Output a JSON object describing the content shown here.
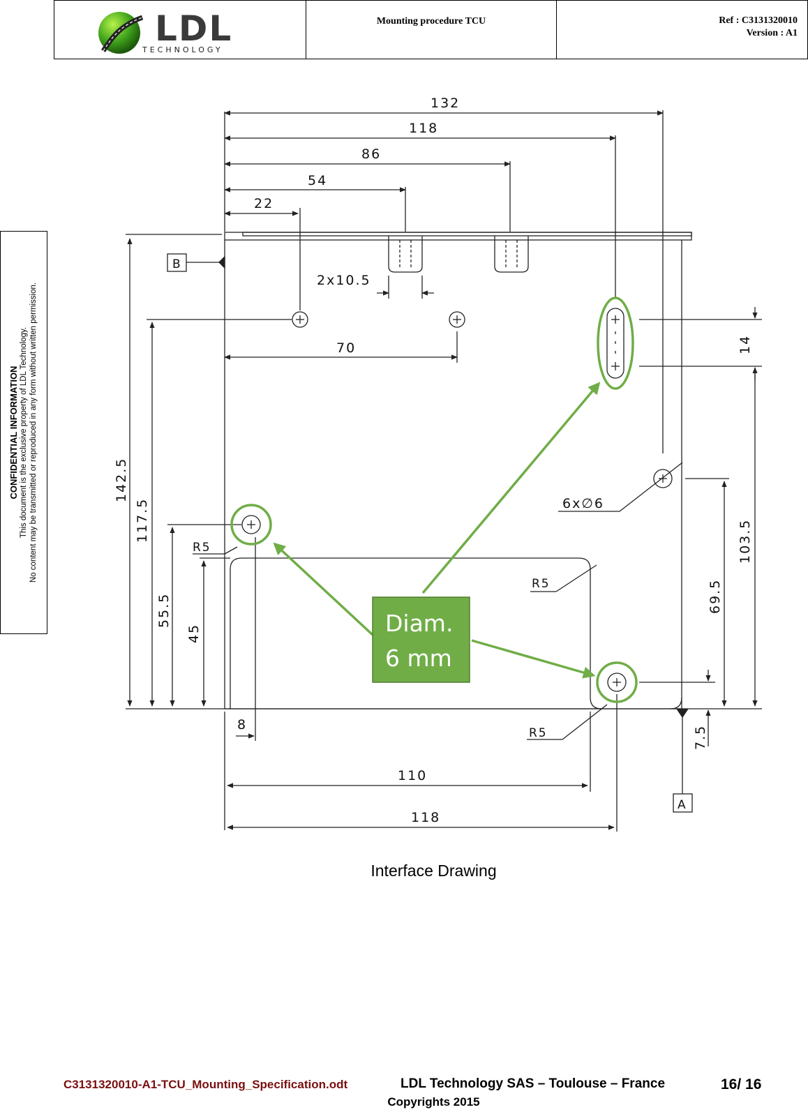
{
  "header": {
    "logo_text": "LDL",
    "logo_subtext": "TECHNOLOGY",
    "title": "Mounting procedure TCU",
    "ref": "Ref : C3131320010",
    "version": "Version : A1"
  },
  "confidential": {
    "title": "CONFIDENTIAL INFORMATION",
    "line1": "This document is the exclusive property of LDL Technology.",
    "line2": "No content may be transmitted or reproduced in any form without written permission."
  },
  "drawing": {
    "dims_top": [
      "132",
      "118",
      "86",
      "54",
      "22"
    ],
    "slot_width": "2x10.5",
    "spacing_70": "70",
    "datum_b": "B",
    "datum_a": "A",
    "dim_14": "14",
    "dim_142_5": "142.5",
    "dim_117_5": "117.5",
    "dim_55_5": "55.5",
    "dim_45": "45",
    "dim_103_5": "103.5",
    "dim_69_5": "69.5",
    "dim_7_5": "7.5",
    "dim_8": "8",
    "dim_110": "110",
    "dim_118_bottom": "118",
    "holes_label": "6x∅6",
    "radius_label": "R5",
    "callout_line1": "Diam.",
    "callout_line2": "6 mm",
    "callout_color": "#70ad47"
  },
  "caption": "Interface Drawing",
  "footer": {
    "filename": "C3131320010-A1-TCU_Mounting_Specification.odt",
    "company": "LDL Technology SAS – Toulouse – France",
    "page": "16/ 16",
    "copyright": "Copyrights 2015"
  }
}
